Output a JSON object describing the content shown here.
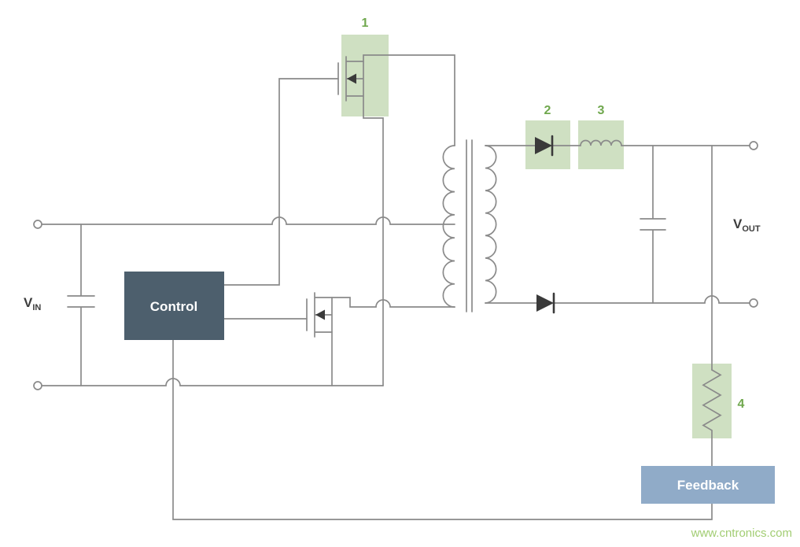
{
  "labels": {
    "vin_base": "V",
    "vin_sub": "IN",
    "vout_base": "V",
    "vout_sub": "OUT"
  },
  "blocks": {
    "control": "Control",
    "feedback": "Feedback"
  },
  "callouts": {
    "q1": "1",
    "diode": "2",
    "inductor": "3",
    "resistor": "4"
  },
  "watermark": "www.cntronics.com",
  "colors": {
    "wire": "#8a8a8a",
    "component": "#3a3a3a",
    "control_fill": "#4d5f6d",
    "feedback_fill": "#90abc8",
    "highlight_fill": "#cfe0c2",
    "callout_text": "#70a84e",
    "watermark_text": "#a2cd73"
  }
}
